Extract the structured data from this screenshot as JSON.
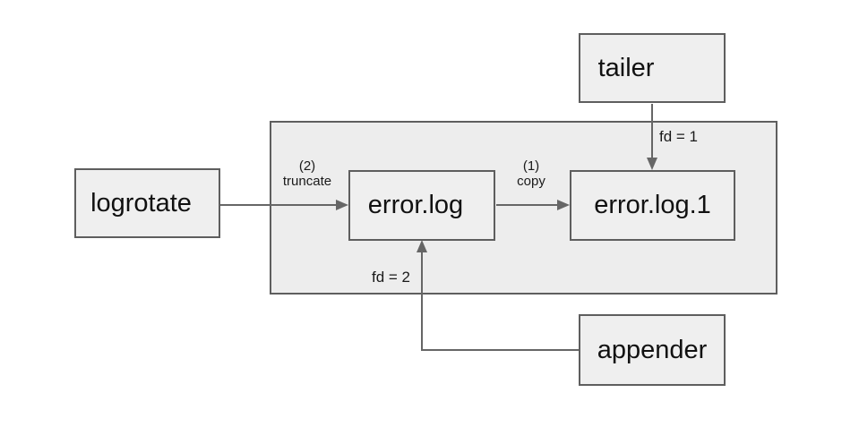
{
  "diagram": {
    "colors": {
      "background": "#ffffff",
      "node_fill": "#efefef",
      "container_fill": "#ededed",
      "border": "#5e5e5e",
      "arrow": "#666666",
      "text": "#111111"
    },
    "nodes": {
      "logrotate": {
        "label": "logrotate"
      },
      "tailer": {
        "label": "tailer"
      },
      "error_log": {
        "label": "error.log"
      },
      "error_log_1": {
        "label": "error.log.1"
      },
      "appender": {
        "label": "appender"
      }
    },
    "edges": {
      "truncate": {
        "step": "(2)",
        "action": "truncate"
      },
      "copy": {
        "step": "(1)",
        "action": "copy"
      },
      "tailer_fd": {
        "label": "fd = 1"
      },
      "appender_fd": {
        "label": "fd = 2"
      }
    }
  }
}
